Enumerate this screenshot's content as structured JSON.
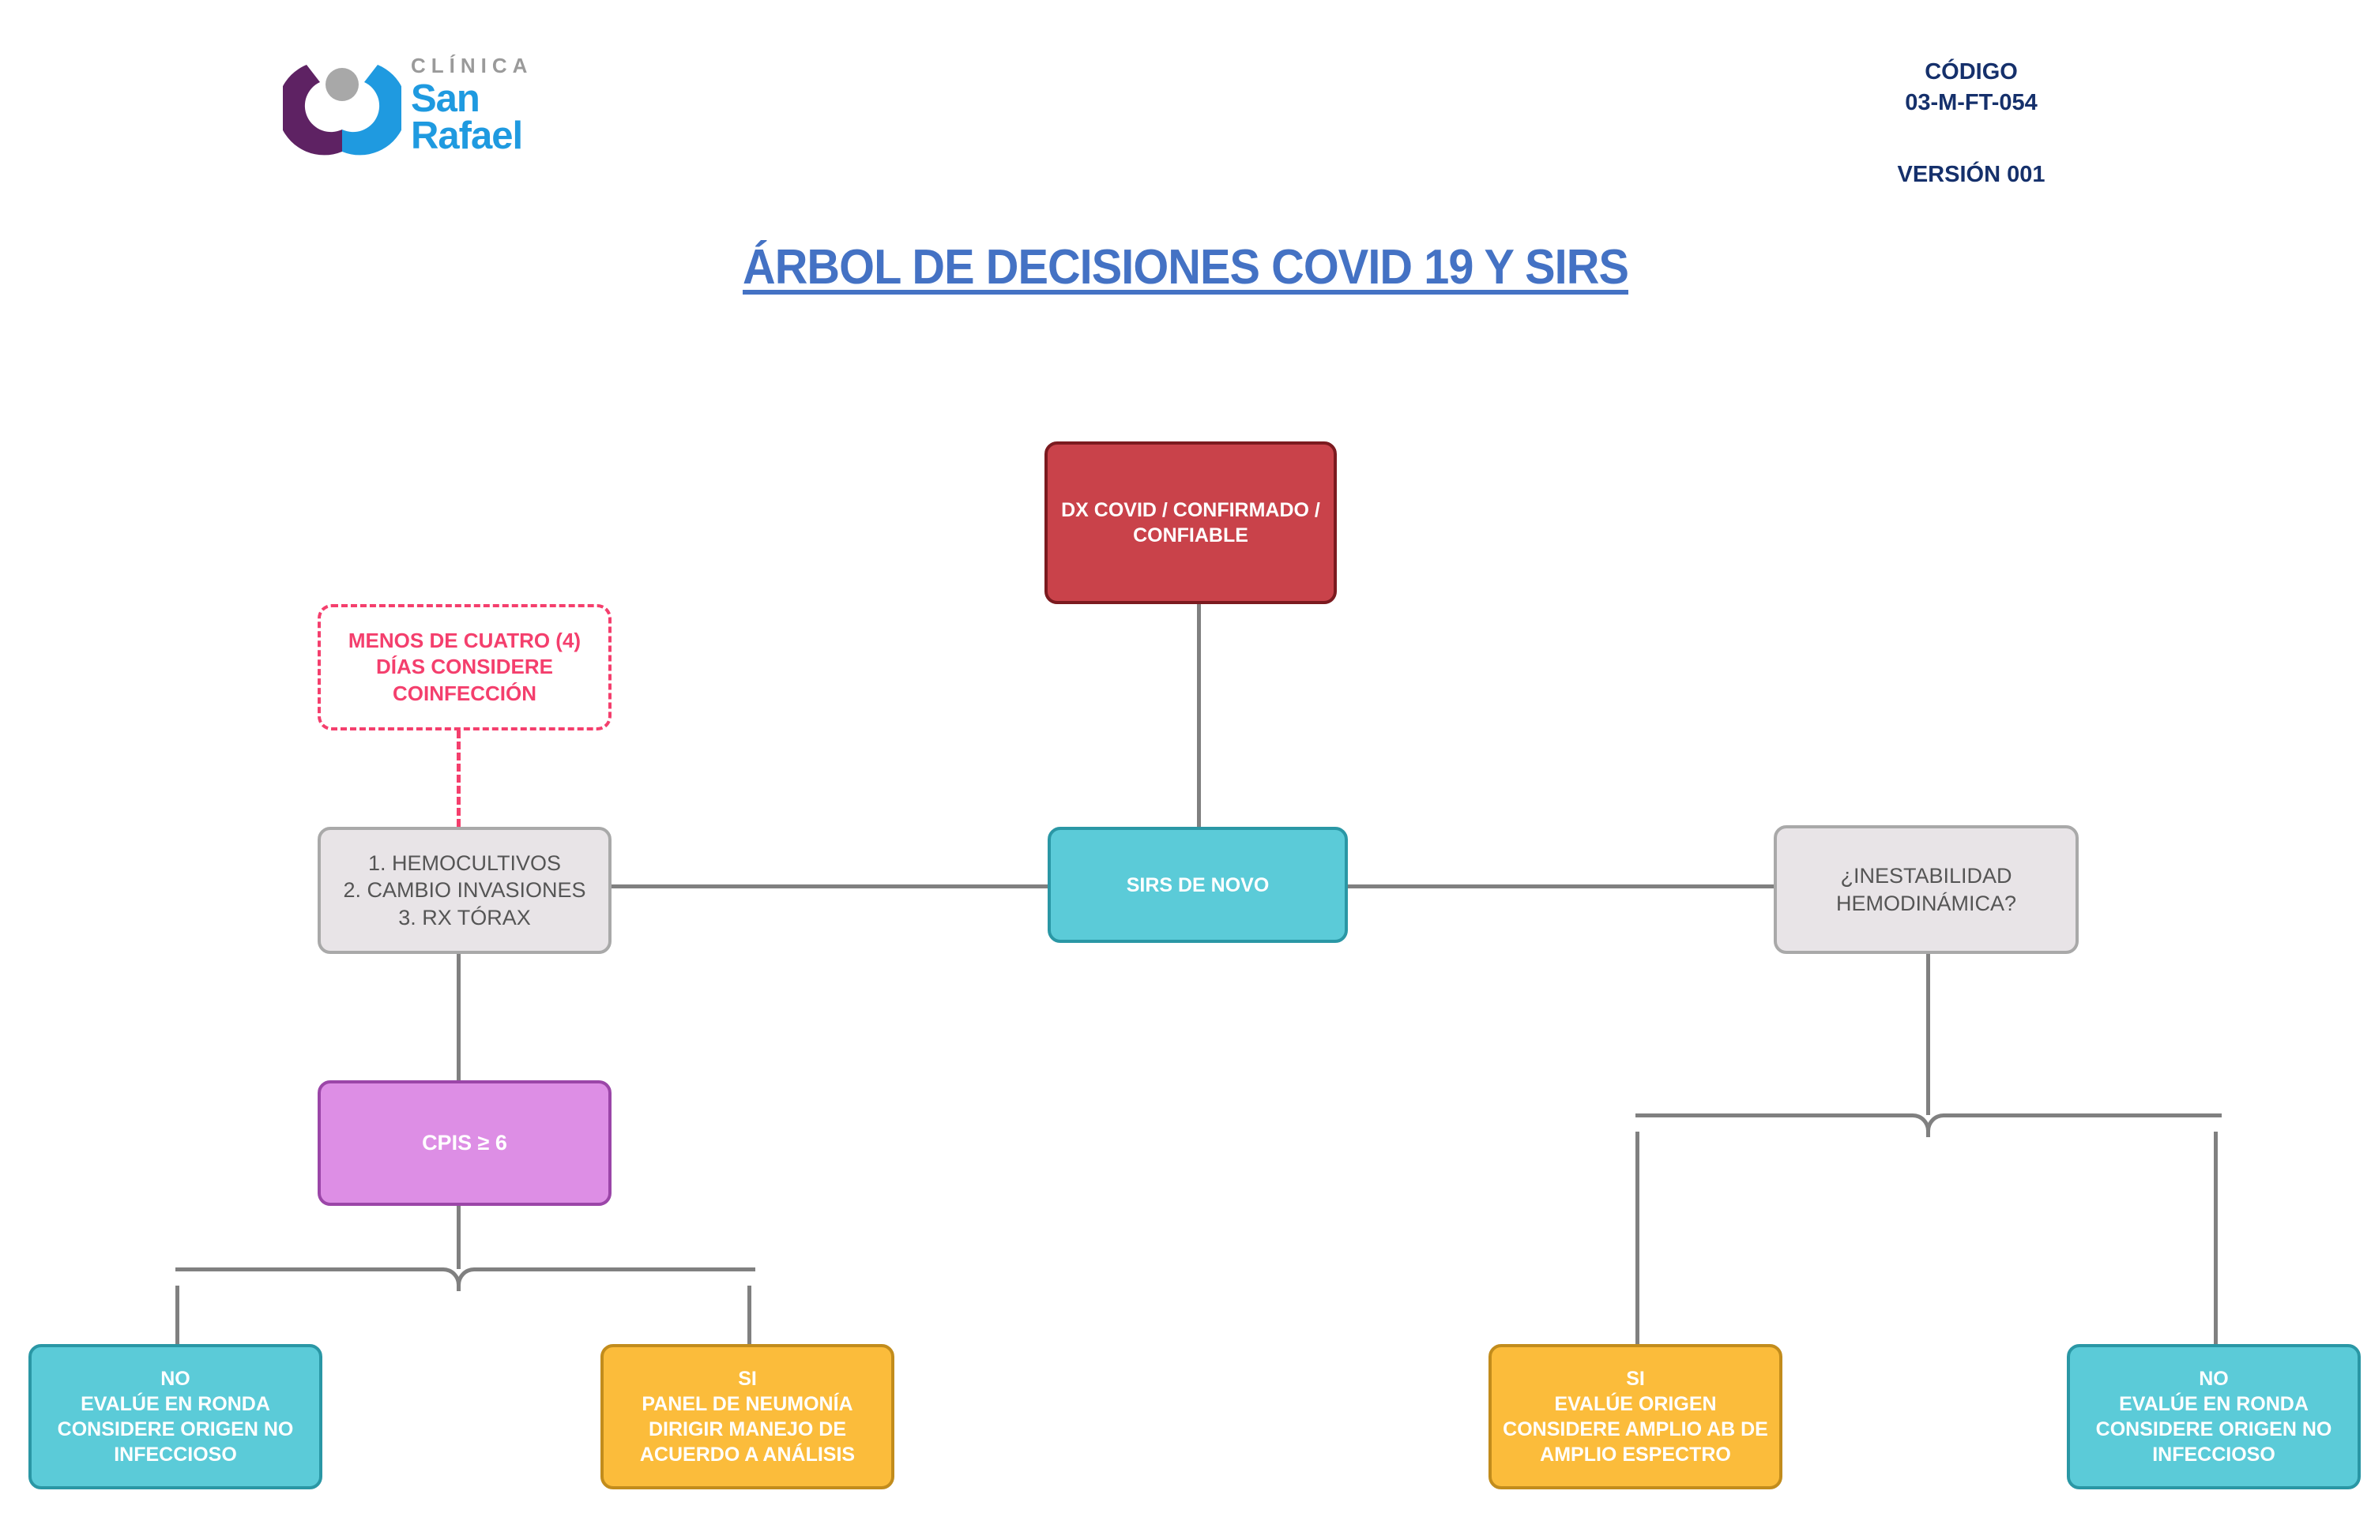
{
  "header": {
    "logo": {
      "clinica": "CLÍNICA",
      "san": "San",
      "rafael": "Rafael",
      "mark_purple": "#5e2263",
      "mark_blue": "#1f9ae0",
      "mark_dot": "#a8a8a8"
    },
    "code_label": "CÓDIGO",
    "code_value": "03-M-FT-054",
    "version": "VERSIÓN 001",
    "code_color": "#15306b"
  },
  "title": {
    "text": "ÁRBOL DE DECISIONES COVID 19 Y SIRS",
    "color": "#4472c4"
  },
  "nodes": {
    "dx_covid": {
      "line1": "DX COVID / CONFIRMADO /",
      "line2": "CONFIABLE",
      "fill": "#c9424a",
      "border": "#7b1a1f"
    },
    "sirs_de_novo": {
      "line1": "SIRS DE NOVO",
      "fill": "#5bcbd8",
      "border": "#2a97a5"
    },
    "coinfeccion": {
      "line1": "MENOS DE CUATRO (4)",
      "line2": "DÍAS CONSIDERE",
      "line3": "COINFECCIÓN",
      "fill": "#ffffff",
      "border": "#f43f6d",
      "text_color": "#f43f6d",
      "border_style": "dashed"
    },
    "estudios": {
      "line1": "1. HEMOCULTIVOS",
      "line2": "2. CAMBIO INVASIONES",
      "line3": "3. RX TÓRAX",
      "fill": "#e8e4e7",
      "border": "#a9a9a9",
      "text_color": "#555555"
    },
    "inestabilidad": {
      "line1": "¿INESTABILIDAD",
      "line2": "HEMODINÁMICA?",
      "fill": "#e8e4e7",
      "border": "#a9a9a9",
      "text_color": "#555555"
    },
    "cpis": {
      "line1": "CPIS  ≥ 6",
      "fill": "#dd8ee5",
      "border": "#9b46a8"
    },
    "cpis_no": {
      "line1": "NO",
      "line2": "EVALÚE EN RONDA",
      "line3": "CONSIDERE ORIGEN NO",
      "line4": "INFECCIOSO",
      "fill": "#5bcbd8",
      "border": "#2a97a5"
    },
    "cpis_si": {
      "line1": "SI",
      "line2": "PANEL DE NEUMONÍA",
      "line3": "DIRIGIR MANEJO DE",
      "line4": "ACUERDO A ANÁLISIS",
      "fill": "#fbbc3b",
      "border": "#c28c1c"
    },
    "hemo_si": {
      "line1": "SI",
      "line2": "EVALÚE ORIGEN",
      "line3": "CONSIDERE AMPLIO AB DE",
      "line4": "AMPLIO ESPECTRO",
      "fill": "#fbbc3b",
      "border": "#c28c1c"
    },
    "hemo_no": {
      "line1": "NO",
      "line2": "EVALÚE EN RONDA",
      "line3": "CONSIDERE ORIGEN NO",
      "line4": "INFECCIOSO",
      "fill": "#5bcbd8",
      "border": "#2a97a5"
    }
  },
  "connector_color": "#808080",
  "dashed_connector_color": "#f43f6d"
}
